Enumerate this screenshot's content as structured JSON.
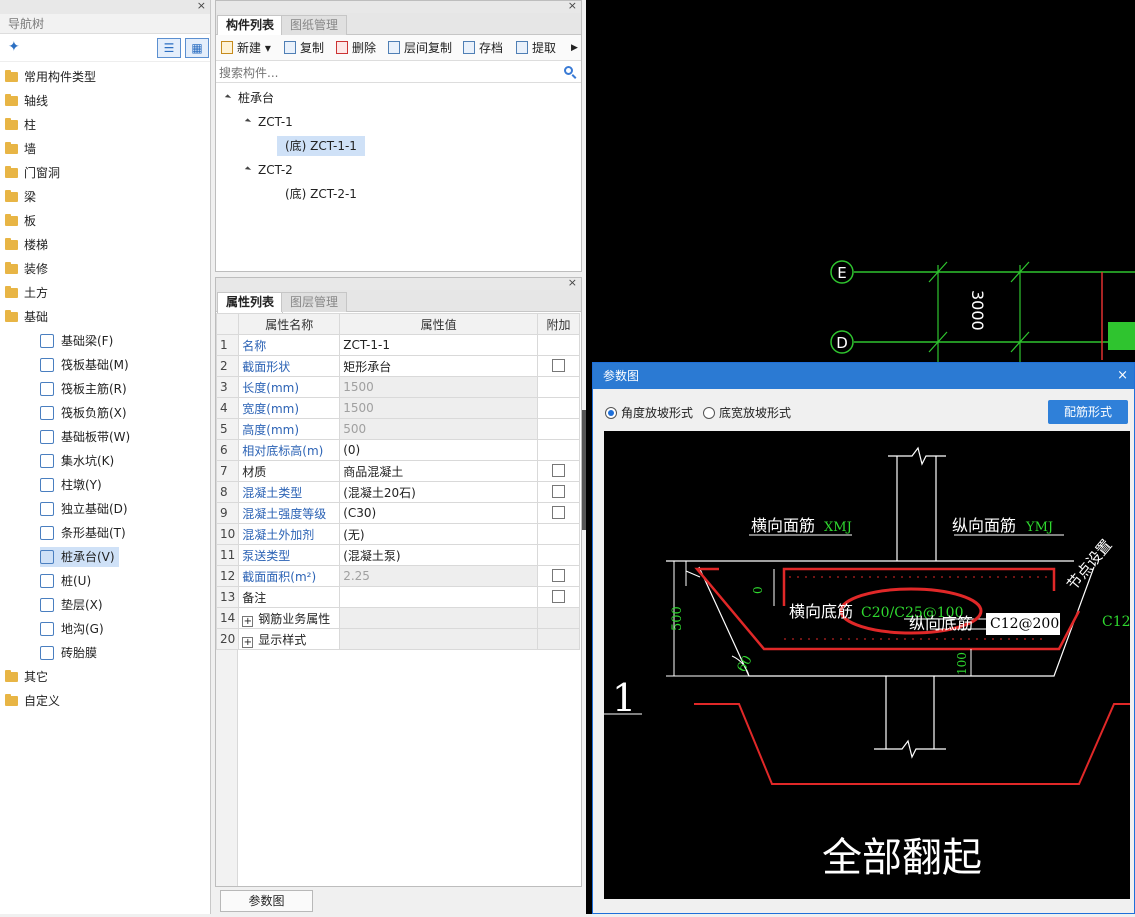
{
  "nav": {
    "title": "导航树",
    "items": [
      {
        "label": "常用构件类型"
      },
      {
        "label": "轴线"
      },
      {
        "label": "柱"
      },
      {
        "label": "墙"
      },
      {
        "label": "门窗洞"
      },
      {
        "label": "梁"
      },
      {
        "label": "板"
      },
      {
        "label": "楼梯"
      },
      {
        "label": "装修"
      },
      {
        "label": "土方"
      },
      {
        "label": "基础"
      }
    ],
    "sub_items": [
      {
        "label": "基础梁(F)"
      },
      {
        "label": "筏板基础(M)"
      },
      {
        "label": "筏板主筋(R)"
      },
      {
        "label": "筏板负筋(X)"
      },
      {
        "label": "基础板带(W)"
      },
      {
        "label": "集水坑(K)"
      },
      {
        "label": "柱墩(Y)"
      },
      {
        "label": "独立基础(D)"
      },
      {
        "label": "条形基础(T)"
      },
      {
        "label": "桩承台(V)"
      },
      {
        "label": "桩(U)"
      },
      {
        "label": "垫层(X)"
      },
      {
        "label": "地沟(G)"
      },
      {
        "label": "砖胎膜"
      }
    ],
    "tail_items": [
      {
        "label": "其它"
      },
      {
        "label": "自定义"
      }
    ]
  },
  "components": {
    "tabs": [
      "构件列表",
      "图纸管理"
    ],
    "toolbar": [
      "新建",
      "复制",
      "删除",
      "层间复制",
      "存档",
      "提取"
    ],
    "search_placeholder": "搜索构件...",
    "tree": {
      "root": "桩承台",
      "n1": "ZCT-1",
      "n1c": "(底) ZCT-1-1",
      "n2": "ZCT-2",
      "n2c": "(底) ZCT-2-1"
    }
  },
  "properties": {
    "tabs": [
      "属性列表",
      "图层管理"
    ],
    "headers": [
      "属性名称",
      "属性值",
      "附加"
    ],
    "rows": [
      {
        "n": "1",
        "name": "名称",
        "value": "ZCT-1-1"
      },
      {
        "n": "2",
        "name": "截面形状",
        "value": "矩形承台"
      },
      {
        "n": "3",
        "name": "长度(mm)",
        "value": "1500"
      },
      {
        "n": "4",
        "name": "宽度(mm)",
        "value": "1500"
      },
      {
        "n": "5",
        "name": "高度(mm)",
        "value": "500"
      },
      {
        "n": "6",
        "name": "相对底标高(m)",
        "value": "(0)"
      },
      {
        "n": "7",
        "name": "材质",
        "value": "商品混凝土"
      },
      {
        "n": "8",
        "name": "混凝土类型",
        "value": "(混凝土20石)"
      },
      {
        "n": "9",
        "name": "混凝土强度等级",
        "value": "(C30)"
      },
      {
        "n": "10",
        "name": "混凝土外加剂",
        "value": "(无)"
      },
      {
        "n": "11",
        "name": "泵送类型",
        "value": "(混凝土泵)"
      },
      {
        "n": "12",
        "name": "截面面积(m²)",
        "value": "2.25"
      },
      {
        "n": "13",
        "name": "备注",
        "value": ""
      },
      {
        "n": "14",
        "name": "钢筋业务属性",
        "value": ""
      },
      {
        "n": "20",
        "name": "显示样式",
        "value": ""
      }
    ],
    "param_button": "参数图"
  },
  "canvas": {
    "axis_e": "E",
    "axis_d": "D",
    "dim": "3000"
  },
  "dialog": {
    "title": "参数图",
    "close": "×",
    "radio1": "角度放坡形式",
    "radio2": "底宽放坡形式",
    "rebar_button": "配筋形式",
    "drawing": {
      "label_xmj": "横向面筋",
      "code_xmj": "XMJ",
      "label_ymj": "纵向面筋",
      "code_ymj": "YMJ",
      "label_node": "节点设置",
      "label_bottom_h": "横向底筋",
      "code_bottom_h": "C20/C25@100",
      "label_bottom_v": "纵向底筋",
      "input_bottom_v": "C12@200",
      "code_side": "C12",
      "dim_500": "500",
      "dim_0": "0",
      "dim_60": "60",
      "dim_100": "100",
      "num_1": "1",
      "caption": "全部翻起"
    }
  }
}
